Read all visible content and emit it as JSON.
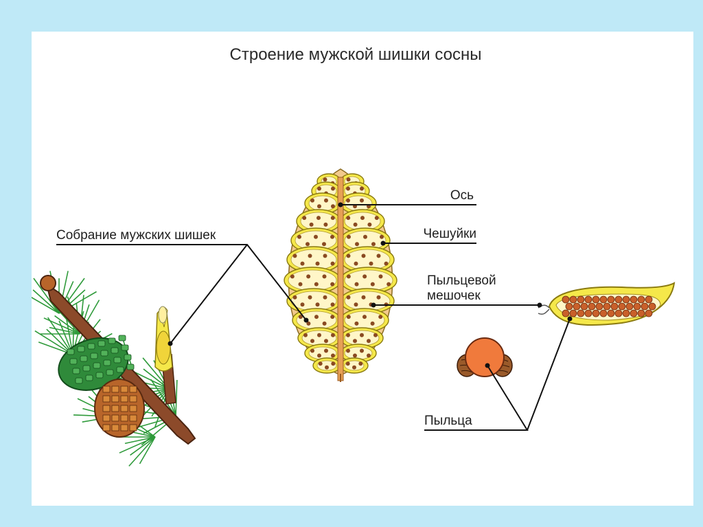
{
  "title": "Строение мужской шишки сосны",
  "labels": {
    "axis": "Ось",
    "scales": "Чешуйки",
    "pollen_sac_line1": "Пыльцевой",
    "pollen_sac_line2": "мешочек",
    "male_cones_cluster": "Собрание мужских шишек",
    "pollen": "Пыльца"
  },
  "colors": {
    "background": "#bfe9f7",
    "canvas": "#ffffff",
    "cone_yellow": "#f5e84a",
    "cone_tan": "#f2c98c",
    "pollen_brown": "#8a4a22",
    "pollen_orange": "#f07a3c",
    "needle_green": "#2e9a3a",
    "female_cone_green": "#2f8a3a",
    "old_cone_brown": "#b8652a",
    "branch_brown": "#8c4a2a"
  }
}
